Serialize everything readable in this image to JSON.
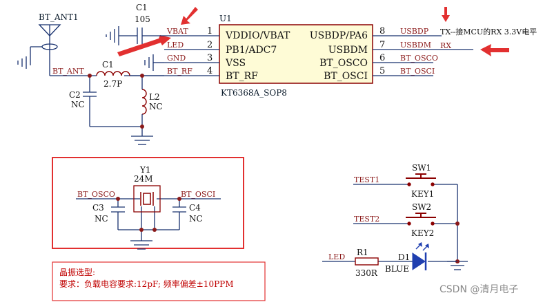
{
  "colors": {
    "wire": "#17306e",
    "net": "#8b1a1a",
    "chip_fill": "#fefbd6",
    "chip_border": "#8b0000",
    "red": "#e23030",
    "text": "#111111",
    "blue": "#1f3fb0"
  },
  "chip": {
    "ref": "U1",
    "part": "KT6368A_SOP8",
    "left_pins": [
      {
        "num": "1",
        "name": "VDDIO/VBAT",
        "net": "VBAT"
      },
      {
        "num": "2",
        "name": "PB1/ADC7",
        "net": "LED"
      },
      {
        "num": "3",
        "name": "VSS",
        "net": "GND"
      },
      {
        "num": "4",
        "name": "BT_RF",
        "net": "BT_RF"
      }
    ],
    "right_pins": [
      {
        "num": "8",
        "name": "USBDP/PA6",
        "net": "USBDP"
      },
      {
        "num": "7",
        "name": "USBDM",
        "net": "USBDM"
      },
      {
        "num": "6",
        "name": "BT_OSCO",
        "net": "BT_OSCO"
      },
      {
        "num": "5",
        "name": "BT_OSCI",
        "net": "BT_OSCI"
      }
    ]
  },
  "antenna": {
    "label": "BT_ANT1",
    "net": "BT_ANT"
  },
  "c1": {
    "ref": "C1",
    "value": "105"
  },
  "l1": {
    "ref": "C1",
    "value": "2.7P"
  },
  "c2": {
    "ref": "C2",
    "value": "NC"
  },
  "l2": {
    "ref": "L2",
    "value": "NC"
  },
  "tx_note": "TX--接MCU的RX 3.3V电平",
  "rx_note": "RX",
  "crystal": {
    "ref": "Y1",
    "value": "24M",
    "net_left": "BT_OSCO",
    "net_right": "BT_OSCI",
    "c3_ref": "C3",
    "c3_value": "NC",
    "c4_ref": "C4",
    "c4_value": "NC"
  },
  "switches": [
    {
      "net": "TEST1",
      "ref": "SW1",
      "label": "KEY1"
    },
    {
      "net": "TEST2",
      "ref": "SW2",
      "label": "KEY2"
    }
  ],
  "led": {
    "net": "LED",
    "r_ref": "R1",
    "r_value": "330R",
    "d_ref": "D1",
    "d_value": "BLUE"
  },
  "notes": {
    "title": "晶振选型:",
    "body": "要求：负载电容要求:12pF; 频率偏差±10PPM"
  },
  "watermark": "CSDN @清月电子"
}
